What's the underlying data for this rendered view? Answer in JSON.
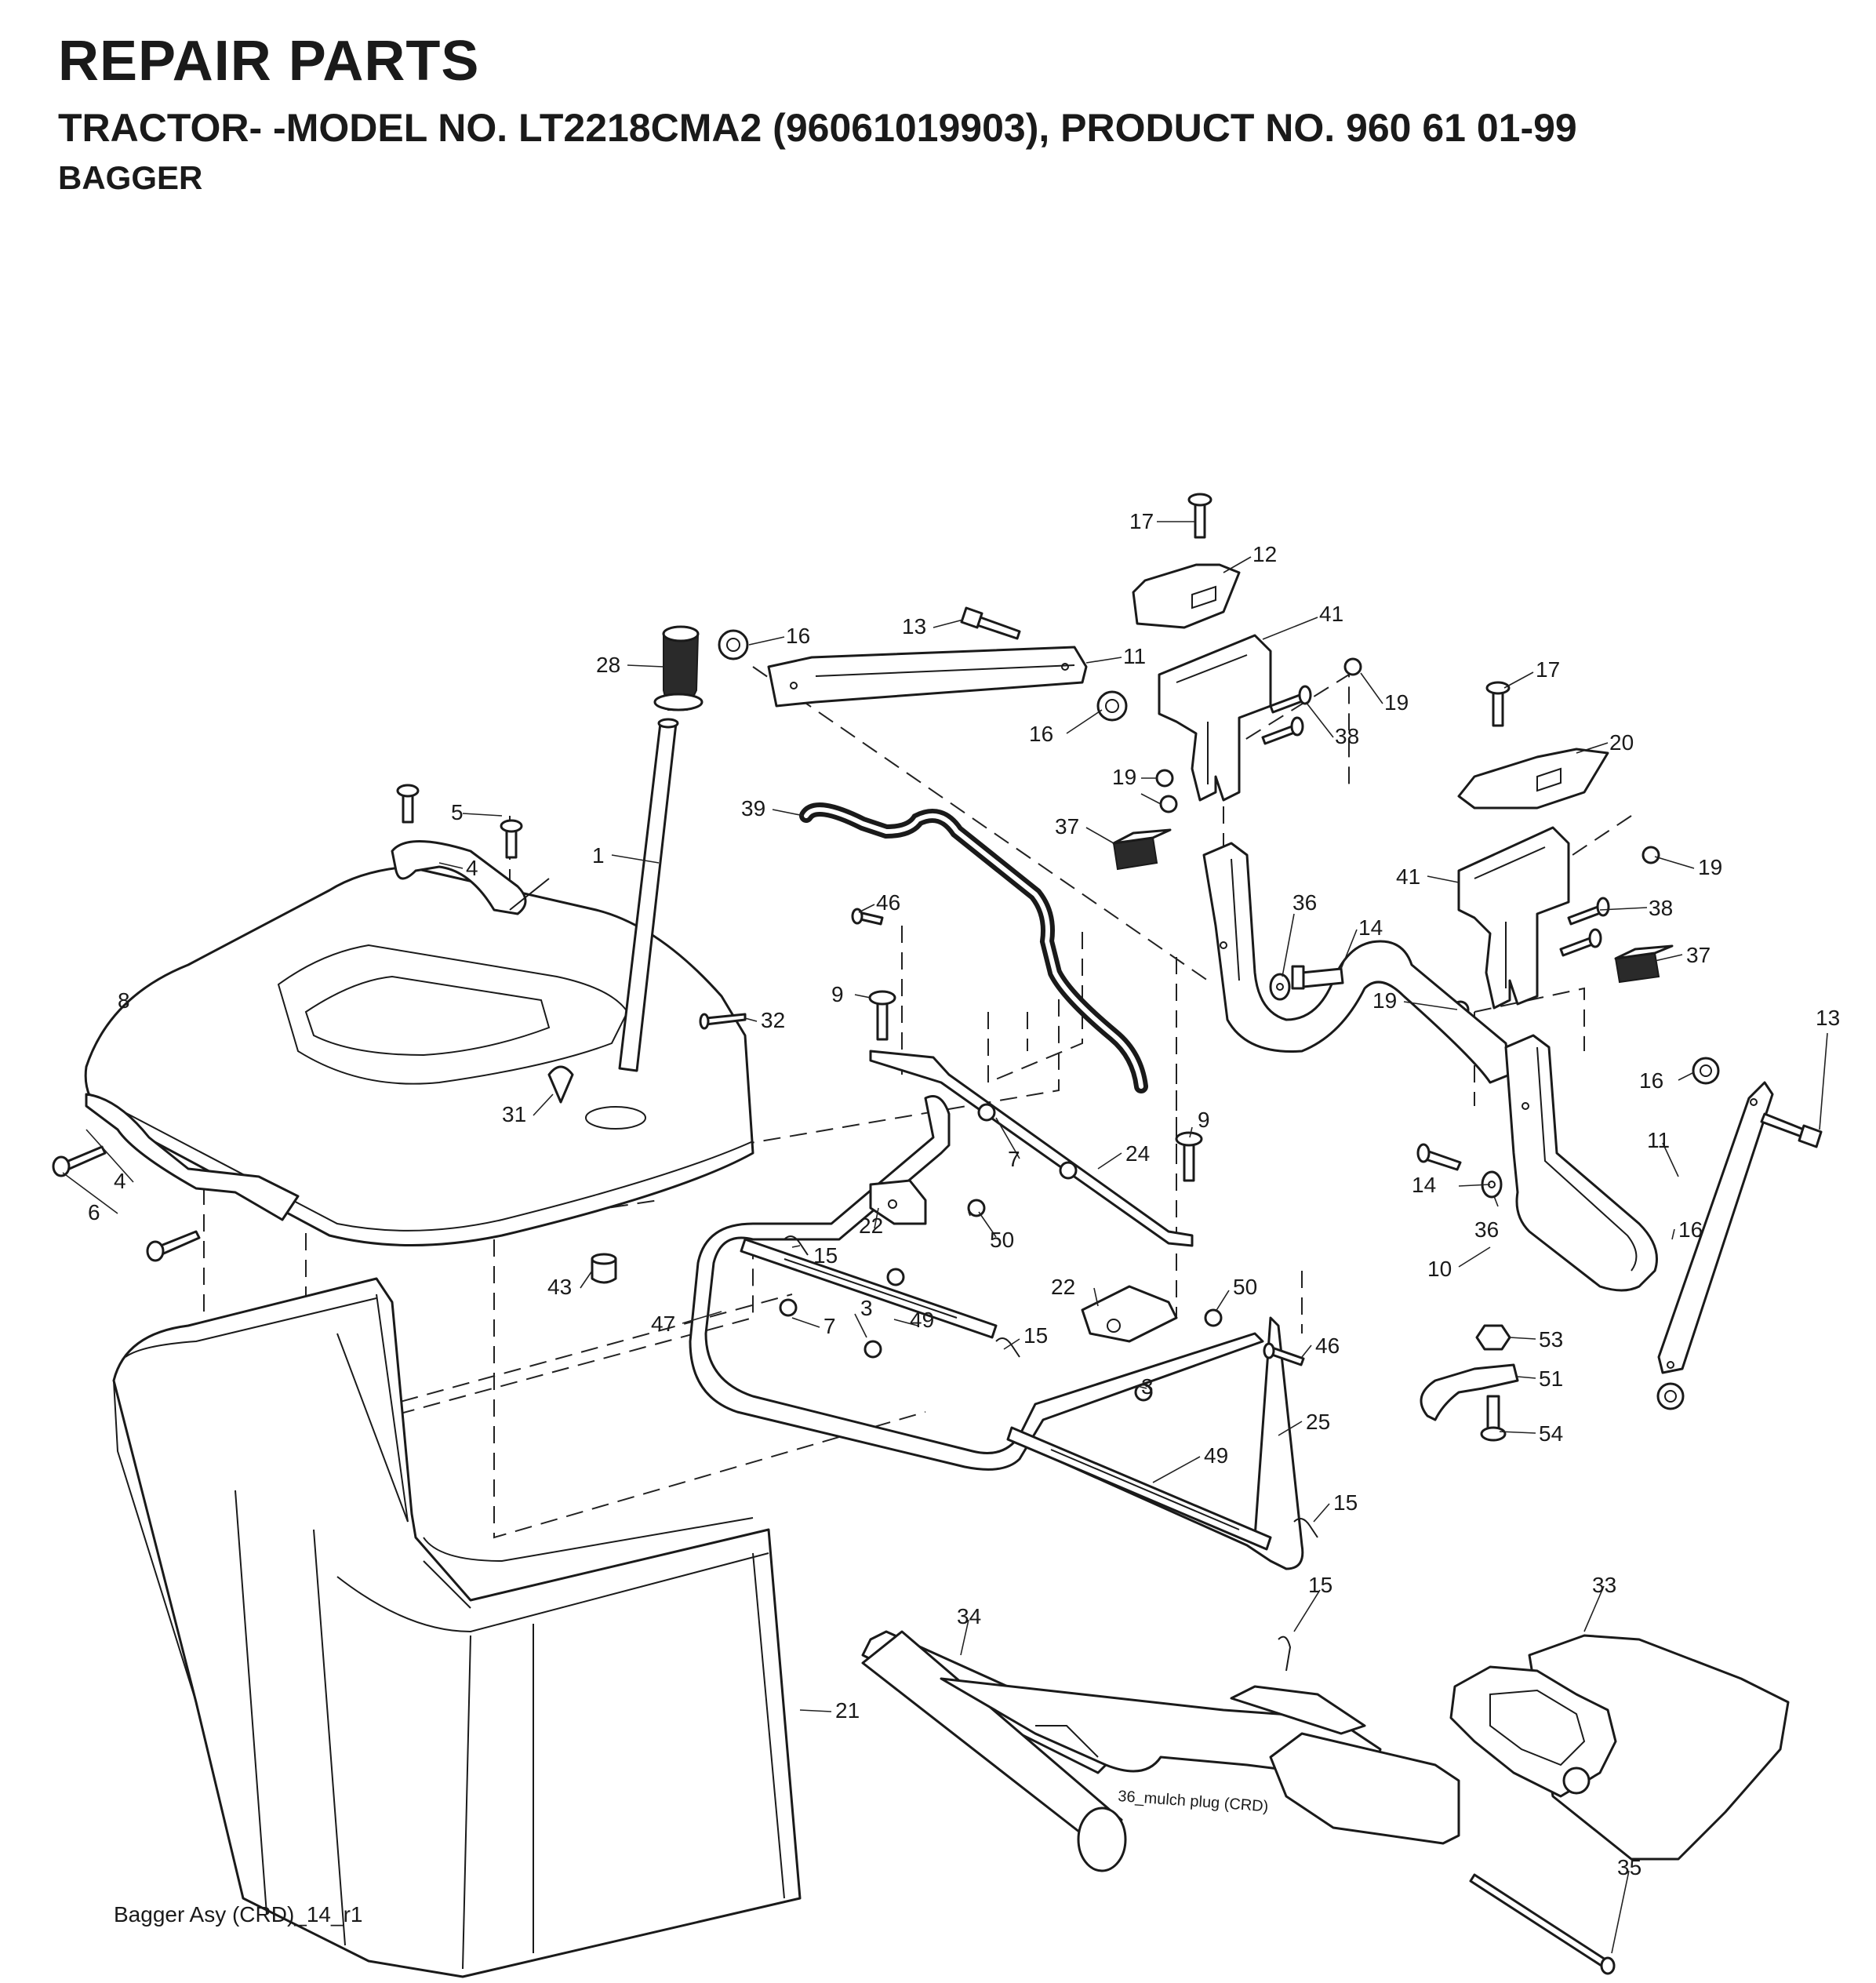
{
  "header": {
    "title": "REPAIR PARTS",
    "subtitle": "TRACTOR- -MODEL NO. LT2218CMA2 (96061019903), PRODUCT NO. 960 61 01-99",
    "section": "BAGGER"
  },
  "footer": {
    "diagram_ref": "Bagger Asy (CRD)_14_r1",
    "mulch_plug_ref": "36_mulch plug (CRD)"
  },
  "callouts": [
    {
      "id": "c17a",
      "label": "17"
    },
    {
      "id": "c12",
      "label": "12"
    },
    {
      "id": "c41a",
      "label": "41"
    },
    {
      "id": "c13a",
      "label": "13"
    },
    {
      "id": "c11a",
      "label": "11"
    },
    {
      "id": "c16a",
      "label": "16"
    },
    {
      "id": "c16b",
      "label": "16"
    },
    {
      "id": "c28",
      "label": "28"
    },
    {
      "id": "c19a",
      "label": "19"
    },
    {
      "id": "c38a",
      "label": "38"
    },
    {
      "id": "c19b",
      "label": "19"
    },
    {
      "id": "c17b",
      "label": "17"
    },
    {
      "id": "c20",
      "label": "20"
    },
    {
      "id": "c39",
      "label": "39"
    },
    {
      "id": "c37a",
      "label": "37"
    },
    {
      "id": "c5",
      "label": "5"
    },
    {
      "id": "c1",
      "label": "1"
    },
    {
      "id": "c4a",
      "label": "4"
    },
    {
      "id": "c41b",
      "label": "41"
    },
    {
      "id": "c19c",
      "label": "19"
    },
    {
      "id": "c38b",
      "label": "38"
    },
    {
      "id": "c36a",
      "label": "36"
    },
    {
      "id": "c14a",
      "label": "14"
    },
    {
      "id": "c46a",
      "label": "46"
    },
    {
      "id": "c8",
      "label": "8"
    },
    {
      "id": "c9a",
      "label": "9"
    },
    {
      "id": "c19d",
      "label": "19"
    },
    {
      "id": "c37b",
      "label": "37"
    },
    {
      "id": "c32",
      "label": "32"
    },
    {
      "id": "c13b",
      "label": "13"
    },
    {
      "id": "c16c",
      "label": "16"
    },
    {
      "id": "c31",
      "label": "31"
    },
    {
      "id": "c9b",
      "label": "9"
    },
    {
      "id": "c4b",
      "label": "4"
    },
    {
      "id": "c7a",
      "label": "7"
    },
    {
      "id": "c24",
      "label": "24"
    },
    {
      "id": "c11b",
      "label": "11"
    },
    {
      "id": "c6",
      "label": "6"
    },
    {
      "id": "c22a",
      "label": "22"
    },
    {
      "id": "c50a",
      "label": "50"
    },
    {
      "id": "c14b",
      "label": "14"
    },
    {
      "id": "c36b",
      "label": "36"
    },
    {
      "id": "c16d",
      "label": "16"
    },
    {
      "id": "c15a",
      "label": "15"
    },
    {
      "id": "c10",
      "label": "10"
    },
    {
      "id": "c3a",
      "label": "3"
    },
    {
      "id": "c43",
      "label": "43"
    },
    {
      "id": "c22b",
      "label": "22"
    },
    {
      "id": "c50b",
      "label": "50"
    },
    {
      "id": "c49a",
      "label": "49"
    },
    {
      "id": "c47",
      "label": "47"
    },
    {
      "id": "c7b",
      "label": "7"
    },
    {
      "id": "c15b",
      "label": "15"
    },
    {
      "id": "c46b",
      "label": "46"
    },
    {
      "id": "c53",
      "label": "53"
    },
    {
      "id": "c3b",
      "label": "3"
    },
    {
      "id": "c51",
      "label": "51"
    },
    {
      "id": "c25",
      "label": "25"
    },
    {
      "id": "c54",
      "label": "54"
    },
    {
      "id": "c49b",
      "label": "49"
    },
    {
      "id": "c15c",
      "label": "15"
    },
    {
      "id": "c15d",
      "label": "15"
    },
    {
      "id": "c33",
      "label": "33"
    },
    {
      "id": "c34",
      "label": "34"
    },
    {
      "id": "c21",
      "label": "21"
    },
    {
      "id": "c35",
      "label": "35"
    }
  ]
}
